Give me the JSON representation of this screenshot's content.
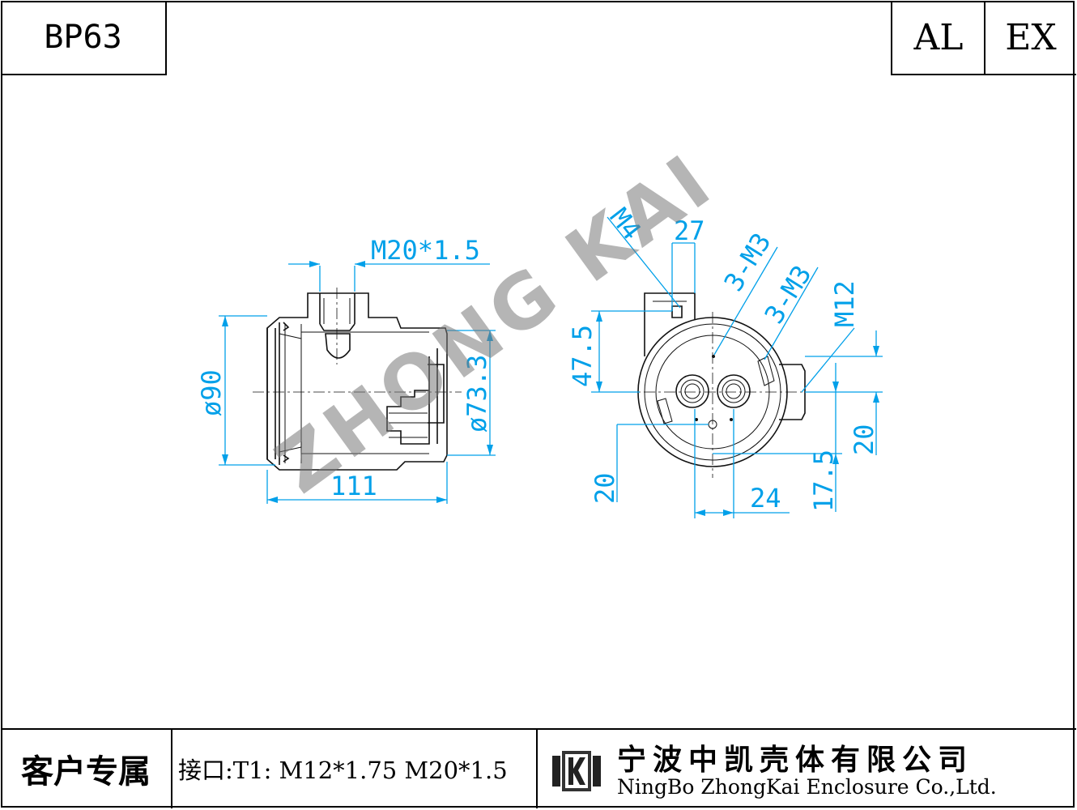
{
  "header": {
    "model_code": "BP63",
    "material_code": "AL",
    "rating_code": "EX"
  },
  "drawing": {
    "watermark": "ZHONG KAI",
    "side_view": {
      "thread_label": "M20*1.5",
      "outer_diameter": "ø90",
      "inner_diameter": "ø73.3",
      "length": "111"
    },
    "front_view": {
      "m4_label": "M4",
      "width_27": "27",
      "m3_label_1": "3-M3",
      "m3_label_2": "3-M3",
      "m12_label": "M12",
      "height_47_5": "47.5",
      "right_20": "20",
      "bottom_20": "20",
      "bottom_24": "24",
      "bottom_17_5": "17.5"
    }
  },
  "footer": {
    "customer_label": "客户专属",
    "interface_text": "接口:T1: M12*1.75 M20*1.5",
    "company_cn": "宁波中凯壳体有限公司",
    "company_en": "NingBo ZhongKai Enclosure Co.,Ltd."
  }
}
